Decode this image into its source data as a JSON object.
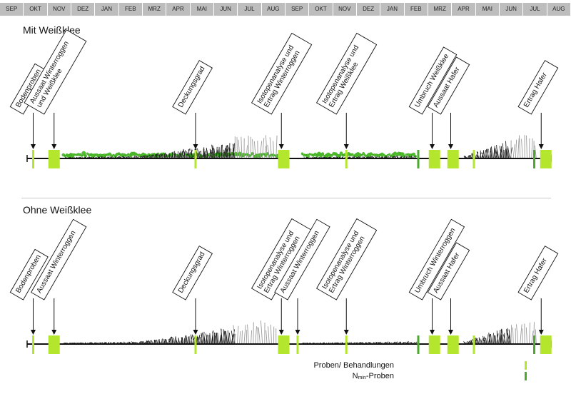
{
  "months": [
    "SEP",
    "OKT",
    "NOV",
    "DEZ",
    "JAN",
    "FEB",
    "MRZ",
    "APR",
    "MAI",
    "JUN",
    "JUL",
    "AUG",
    "SEP",
    "OKT",
    "NOV",
    "DEZ",
    "JAN",
    "FEB",
    "MRZ",
    "APR",
    "MAI",
    "JUN",
    "JUL",
    "AUG"
  ],
  "colors": {
    "month_bg": "#bdbdbd",
    "probe": "#b5e62e",
    "nmin": "#4ca82e",
    "box": "#b5e62e",
    "axis": "#111111",
    "clover": "#4fbf2a",
    "grass": "#222222"
  },
  "panels": [
    {
      "id": "mit",
      "title": "Mit Weißklee",
      "labels": [
        {
          "month_pos": 0.2,
          "lines": [
            "Bodenproben"
          ]
        },
        {
          "month_pos": 1.1,
          "lines": [
            "Aussaat Winterroggen",
            "und Weißklee"
          ]
        },
        {
          "month_pos": 7.2,
          "lines": [
            "Deckungsgrad"
          ]
        },
        {
          "month_pos": 10.9,
          "lines": [
            "Isotopenanalyse und",
            "Ertrag Winterroggen"
          ]
        },
        {
          "month_pos": 13.7,
          "lines": [
            "Isotopenanalyse und",
            "Ertrag Weißklee"
          ]
        },
        {
          "month_pos": 17.4,
          "lines": [
            "Umbruch Weißklee"
          ]
        },
        {
          "month_pos": 18.2,
          "lines": [
            "Aussaat Hafer"
          ]
        },
        {
          "month_pos": 22.1,
          "lines": [
            "Ertrag Hafer"
          ]
        }
      ],
      "boxes": [
        1.1,
        11.0,
        17.5,
        18.3,
        22.3
      ],
      "probes": [
        0.2,
        7.2,
        13.7,
        19.2
      ],
      "nmin": [
        16.8,
        21.8
      ],
      "clover_spans": [
        [
          1.5,
          10.8
        ],
        [
          11.8,
          16.7
        ]
      ]
    },
    {
      "id": "ohne",
      "title": "Ohne Weißklee",
      "labels": [
        {
          "month_pos": 0.2,
          "lines": [
            "Bodenproben"
          ]
        },
        {
          "month_pos": 1.1,
          "lines": [
            "Aussaat Winterroggen"
          ]
        },
        {
          "month_pos": 7.2,
          "lines": [
            "Deckungsgrad"
          ]
        },
        {
          "month_pos": 10.9,
          "lines": [
            "Isotopenanalyse und",
            "Ertrag Winterroggen"
          ]
        },
        {
          "month_pos": 11.6,
          "lines": [
            "Aussaat Winterroggen"
          ]
        },
        {
          "month_pos": 13.7,
          "lines": [
            "Isotopenanalyse und",
            "Ertrag Winterroggen"
          ]
        },
        {
          "month_pos": 17.4,
          "lines": [
            "Umbruch Winterroggen"
          ]
        },
        {
          "month_pos": 18.2,
          "lines": [
            "Aussaat Hafer"
          ]
        },
        {
          "month_pos": 22.1,
          "lines": [
            "Ertrag Hafer"
          ]
        }
      ],
      "boxes": [
        1.1,
        11.0,
        17.5,
        18.3,
        22.3
      ],
      "probes": [
        0.2,
        7.2,
        11.6,
        13.7,
        19.2
      ],
      "nmin": [
        16.8,
        21.8
      ],
      "clover_spans": []
    }
  ],
  "legend": {
    "probes_label": "Proben/ Behandlungen",
    "nmin_label_main": "N",
    "nmin_label_sub": "min",
    "nmin_label_rest": "-Proben"
  }
}
